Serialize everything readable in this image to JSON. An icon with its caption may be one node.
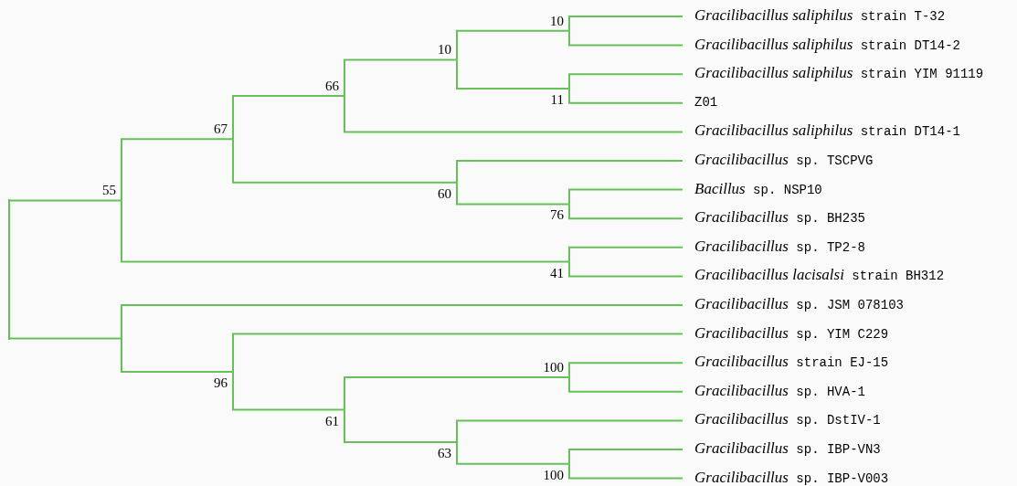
{
  "diagram": {
    "nodes": [
      {
        "text": [],
        "shape": "bar"
      },
      {
        "text": [
          "55"
        ]
      },
      {
        "text": [
          "67"
        ]
      },
      {
        "text": [
          "66"
        ]
      },
      {
        "text": [
          "10"
        ]
      },
      {
        "text": [
          "10"
        ]
      },
      {
        "text": [
          "*Gracilibacillus saliphilus* strain T-32"
        ]
      },
      {
        "text": [
          "*Gracilibacillus saliphilus* strain DT14-2"
        ]
      },
      {
        "text": [
          "11"
        ]
      },
      {
        "text": [
          "*Gracilibacillus saliphilus* strain YIM 91119"
        ]
      },
      {
        "text": [
          "Z01"
        ]
      },
      {
        "text": [
          "*Gracilibacillus saliphilus* strain DT14-1"
        ]
      },
      {
        "text": [
          "60"
        ]
      },
      {
        "text": [
          "*Gracilibacillus* sp. TSCPVG"
        ]
      },
      {
        "text": [
          "76"
        ]
      },
      {
        "text": [
          "*Bacillus* sp. NSP10"
        ]
      },
      {
        "text": [
          "*Gracilibacillus* sp. BH235"
        ]
      },
      {
        "text": [
          "41"
        ]
      },
      {
        "text": [
          "*Gracilibacillus* sp. TP2-8"
        ]
      },
      {
        "text": [
          "*Gracilibacillus lacisalsi* strain BH312"
        ]
      },
      {
        "text": [],
        "shape": "bar"
      },
      {
        "text": [
          "*Gracilibacillus* sp. JSM 078103"
        ]
      },
      {
        "text": [
          "96"
        ]
      },
      {
        "text": [
          "*Gracilibacillus* sp. YIM C229"
        ]
      },
      {
        "text": [
          "61"
        ]
      },
      {
        "text": [
          "100"
        ]
      },
      {
        "text": [
          "*Gracilibacillus* strain EJ-15"
        ]
      },
      {
        "text": [
          "*Gracilibacillus* sp. HVA-1"
        ]
      },
      {
        "text": [
          "63"
        ]
      },
      {
        "text": [
          "*Gracilibacillus* sp. DstIV-1"
        ]
      },
      {
        "text": [
          "100"
        ]
      },
      {
        "text": [
          "*Gracilibacillus* sp. IBP-VN3"
        ]
      },
      {
        "text": [
          "*Gracilibacillus* sp. IBP-V003"
        ]
      }
    ],
    "edges": [
      {
        "from": 0,
        "to": 1,
        "arrow": "none"
      },
      {
        "from": 1,
        "to": 2,
        "arrow": "none"
      },
      {
        "from": 2,
        "to": 3,
        "arrow": "none"
      },
      {
        "from": 3,
        "to": 4,
        "arrow": "none"
      },
      {
        "from": 4,
        "to": 5,
        "arrow": "none"
      },
      {
        "from": 5,
        "to": 6,
        "arrow": "none"
      },
      {
        "from": 5,
        "to": 7,
        "arrow": "none"
      },
      {
        "from": 4,
        "to": 8,
        "arrow": "none"
      },
      {
        "from": 8,
        "to": 9,
        "arrow": "none"
      },
      {
        "from": 8,
        "to": 10,
        "arrow": "none"
      },
      {
        "from": 3,
        "to": 11,
        "arrow": "none"
      },
      {
        "from": 2,
        "to": 12,
        "arrow": "none"
      },
      {
        "from": 12,
        "to": 13,
        "arrow": "none"
      },
      {
        "from": 12,
        "to": 14,
        "arrow": "none"
      },
      {
        "from": 14,
        "to": 15,
        "arrow": "none"
      },
      {
        "from": 14,
        "to": 16,
        "arrow": "none"
      },
      {
        "from": 1,
        "to": 17,
        "arrow": "none"
      },
      {
        "from": 17,
        "to": 18,
        "arrow": "none"
      },
      {
        "from": 17,
        "to": 19,
        "arrow": "none"
      },
      {
        "from": 0,
        "to": 20,
        "arrow": "none"
      },
      {
        "from": 20,
        "to": 21,
        "arrow": "none"
      },
      {
        "from": 20,
        "to": 22,
        "arrow": "none"
      },
      {
        "from": 22,
        "to": 23,
        "arrow": "none"
      },
      {
        "from": 22,
        "to": 24,
        "arrow": "none"
      },
      {
        "from": 24,
        "to": 25,
        "arrow": "none"
      },
      {
        "from": 25,
        "to": 26,
        "arrow": "none"
      },
      {
        "from": 25,
        "to": 27,
        "arrow": "none"
      },
      {
        "from": 24,
        "to": 28,
        "arrow": "none"
      },
      {
        "from": 28,
        "to": 29,
        "arrow": "none"
      },
      {
        "from": 28,
        "to": 30,
        "arrow": "none"
      },
      {
        "from": 30,
        "to": 31,
        "arrow": "none"
      },
      {
        "from": 30,
        "to": 32,
        "arrow": "none"
      }
    ]
  }
}
